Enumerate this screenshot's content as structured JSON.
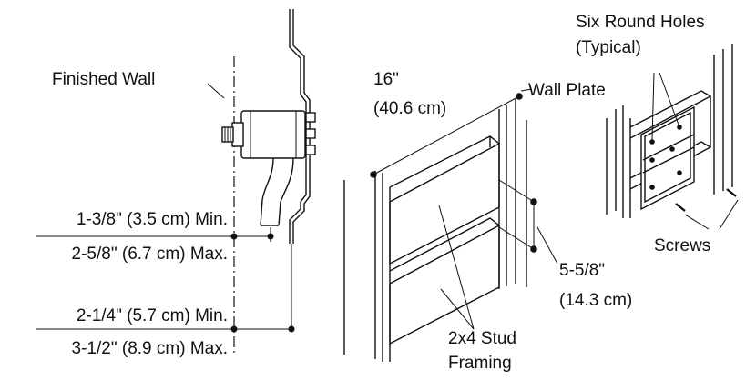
{
  "labels": {
    "finished_wall": "Finished Wall",
    "dim_1_min": "1-3/8\" (3.5 cm) Min.",
    "dim_1_max": "2-5/8\" (6.7 cm) Max.",
    "dim_2_min": "2-1/4\" (5.7 cm) Min.",
    "dim_2_max": "3-1/2\" (8.9 cm) Max.",
    "span_in": "16\"",
    "span_cm": "(40.6 cm)",
    "wall_plate": "Wall Plate",
    "depth_in": "5-5/8\"",
    "depth_cm": "(14.3 cm)",
    "stud_line1": "2x4 Stud",
    "stud_line2": "Framing",
    "holes_line1": "Six Round Holes",
    "holes_line2": "(Typical)",
    "screws": "Screws"
  }
}
